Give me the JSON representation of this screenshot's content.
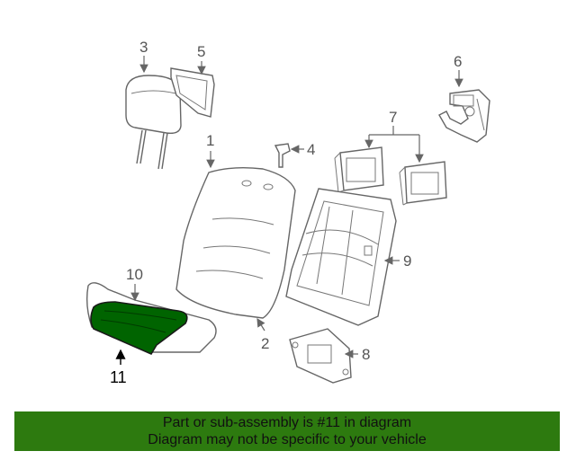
{
  "diagram": {
    "callouts": {
      "c1": "1",
      "c2": "2",
      "c3": "3",
      "c4": "4",
      "c5": "5",
      "c6": "6",
      "c7": "7",
      "c8": "8",
      "c9": "9",
      "c10": "10",
      "c11": "11"
    },
    "highlight_color": "#006400",
    "highlighted_part": "11"
  },
  "banner": {
    "line1": "Part or sub-assembly is #11 in diagram",
    "line2": "Diagram may not be specific to your vehicle",
    "background": "#2d7a0f"
  }
}
